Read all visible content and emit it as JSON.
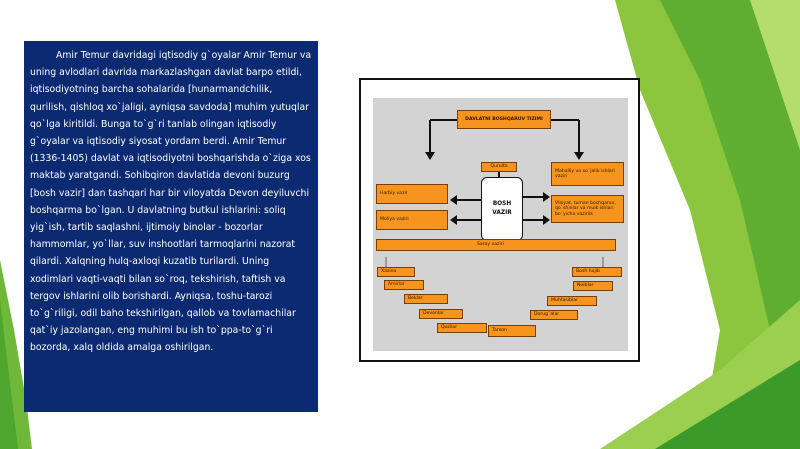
{
  "theme": {
    "text_panel_bg": "#0b2a72",
    "text_color": "#ffffff",
    "green_light": "#8cc63f",
    "green_dark": "#2e9a2e",
    "box_orange": "#f7941d",
    "diagram_bg": "#d3d3d3"
  },
  "text_panel": {
    "paragraph": "Amir Temur davridagi iqtisodiy g`oyalar Amir Temur va uning avlodlari davrida markazlashgan davlat barpo etildi, iqtisodiyotning barcha sohalarida [hunarmandchilik, qurilish, qishloq xo`jaligi, ayniqsa savdoda] muhim yutuqlar qo`lga kiritildi. Bunga to`g`ri tanlab olingan iqtisodiy g`oyalar va iqtisodiy siyosat yordam berdi. Amir Temur (1336-1405) davlat va iqtisodiyotni boshqarishda o`ziga xos maktab yaratgandi. Sohibqiron davlatida devoni buzurg [bosh vazir] dan tashqari har bir viloyatda Devon deyiluvchi boshqarma bo`lgan. U davlatning butkul ishlarini: soliq yig`ish, tartib saqlashni, ijtimoiy binolar - bozorlar hammomlar, yo`llar, suv inshootlari tarmoqlarini nazorat qilardi. Xalqning hulq-axloqi kuzatib turilardi. Uning xodimlari vaqti-vaqti bilan so`roq, tekshirish, taftish va tergov ishlarini olib borishardi. Ayniqsa, toshu-tarozi to`g`riligi, odil baho tekshirilgan, qallob va tovlamachilar qat`iy jazolangan, eng muhimi bu ish to`ppa-to`g`ri bozorda, xalq oldida amalga oshirilgan."
  },
  "diagram": {
    "title": "DAVLATNI BOSHQARUV TIZIMI",
    "center": {
      "line1": "BOSH",
      "line2": "VAZIR"
    },
    "top_small": "Qurulta",
    "left_boxes": [
      "Harbiy vazir",
      "Moliya vaziri"
    ],
    "right_boxes": [
      "Mahalliy va xo`jalik ishlari vaziri",
      "Viloyat, tuman boshqaruv, qo`shinlar va mulk ishlari bo`yicha vazirlik"
    ],
    "bar": "Saroy vaziri",
    "left_cascade": [
      "Xazina",
      "Amirlar",
      "Beklar",
      "Devonlar",
      "Qozilar"
    ],
    "right_cascade": [
      "Bosh hojib",
      "Noiblar",
      "Muhtasiblar",
      "Dorug`alar"
    ],
    "bottom": "Tarxon"
  }
}
